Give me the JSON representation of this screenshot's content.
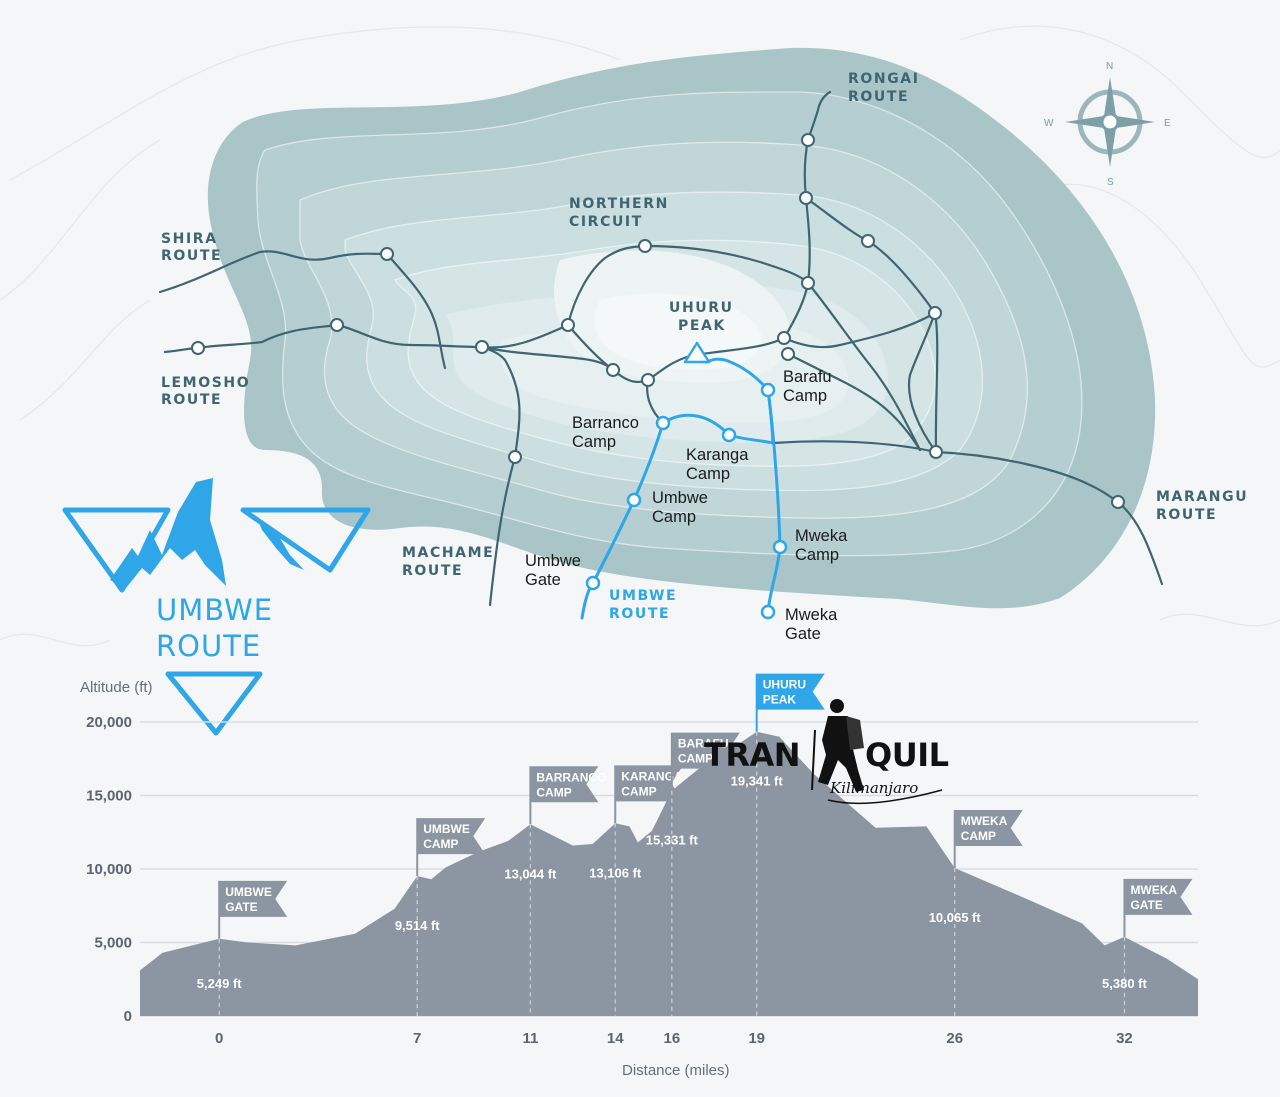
{
  "title": {
    "line1": "UMBWE",
    "line2": "ROUTE"
  },
  "compass": {
    "n": "N",
    "s": "S",
    "e": "E",
    "w": "W"
  },
  "map": {
    "route_labels": {
      "rongai": [
        "RONGAI",
        "ROUTE"
      ],
      "northern": [
        "NORTHERN",
        "CIRCUIT"
      ],
      "shira": [
        "SHIRA",
        "ROUTE"
      ],
      "lemosho": [
        "LEMOSHO",
        "ROUTE"
      ],
      "machame": [
        "MACHAME",
        "ROUTE"
      ],
      "umbwe": [
        "UMBWE",
        "ROUTE"
      ],
      "marangu": [
        "MARANGU",
        "ROUTE"
      ],
      "uhuru": [
        "UHURU",
        "PEAK"
      ]
    },
    "camps": {
      "barafu": [
        "Barafu",
        "Camp"
      ],
      "barranco": [
        "Barranco",
        "Camp"
      ],
      "karanga": [
        "Karanga",
        "Camp"
      ],
      "umbwe_camp": [
        "Umbwe",
        "Camp"
      ],
      "umbwe_gate": [
        "Umbwe",
        "Gate"
      ],
      "mweka_camp": [
        "Mweka",
        "Camp"
      ],
      "mweka_gate": [
        "Mweka",
        "Gate"
      ]
    },
    "colors": {
      "route_highlight": "#2ea6e8",
      "route_other": "#3e6672",
      "mountain": "#a9c5c8"
    }
  },
  "brand": {
    "name_left": "TRAN",
    "name_right": "QUIL",
    "sub": "Kilimanjaro"
  },
  "chart_data": {
    "type": "area",
    "ylabel": "Altitude (ft)",
    "xlabel": "Distance (miles)",
    "ylim": [
      0,
      20000
    ],
    "yticks": [
      0,
      5000,
      10000,
      15000,
      20000
    ],
    "ytick_labels": [
      "0",
      "5,000",
      "10,000",
      "15,000",
      "20,000"
    ],
    "xlim": [
      -2.8,
      34.6
    ],
    "xticks": [
      0,
      7,
      11,
      14,
      16,
      19,
      26,
      32
    ],
    "profile": [
      [
        -2.8,
        3100
      ],
      [
        -2,
        4300
      ],
      [
        0,
        5249
      ],
      [
        1,
        5000
      ],
      [
        2.7,
        4800
      ],
      [
        4.8,
        5600
      ],
      [
        6.2,
        7300
      ],
      [
        7,
        9514
      ],
      [
        7.5,
        9300
      ],
      [
        8,
        10100
      ],
      [
        9.2,
        11200
      ],
      [
        10.2,
        11900
      ],
      [
        11,
        13044
      ],
      [
        12.5,
        11600
      ],
      [
        13.2,
        11700
      ],
      [
        14,
        13106
      ],
      [
        14.5,
        12900
      ],
      [
        14.8,
        11800
      ],
      [
        15.3,
        12600
      ],
      [
        16,
        15331
      ],
      [
        17,
        16900
      ],
      [
        18.2,
        18300
      ],
      [
        19,
        19341
      ],
      [
        19.8,
        19000
      ],
      [
        21,
        16500
      ],
      [
        23.2,
        12800
      ],
      [
        25,
        12900
      ],
      [
        26,
        10065
      ],
      [
        28.5,
        8000
      ],
      [
        30.5,
        6300
      ],
      [
        31.3,
        4800
      ],
      [
        32,
        5380
      ],
      [
        33.5,
        3900
      ],
      [
        34.6,
        2500
      ]
    ],
    "points": [
      {
        "name": "UMBWE GATE",
        "flag": [
          "UMBWE",
          "GATE"
        ],
        "x": 0,
        "y": 5249,
        "label": "5,249 ft",
        "highlight": false
      },
      {
        "name": "UMBWE CAMP",
        "flag": [
          "UMBWE",
          "CAMP"
        ],
        "x": 7,
        "y": 9514,
        "label": "9,514 ft",
        "highlight": false
      },
      {
        "name": "BARRANCO CAMP",
        "flag": [
          "BARRANCO",
          "CAMP"
        ],
        "x": 11,
        "y": 13044,
        "label": "13,044 ft",
        "highlight": false
      },
      {
        "name": "KARANGA CAMP",
        "flag": [
          "KARANGA",
          "CAMP"
        ],
        "x": 14,
        "y": 13106,
        "label": "13,106 ft",
        "highlight": false
      },
      {
        "name": "BARAFU CAMP",
        "flag": [
          "BARAFU",
          "CAMP"
        ],
        "x": 16,
        "y": 15331,
        "label": "15,331 ft",
        "highlight": false
      },
      {
        "name": "UHURU PEAK",
        "flag": [
          "UHURU",
          "PEAK"
        ],
        "x": 19,
        "y": 19341,
        "label": "19,341 ft",
        "highlight": true
      },
      {
        "name": "MWEKA CAMP",
        "flag": [
          "MWEKA",
          "CAMP"
        ],
        "x": 26,
        "y": 10065,
        "label": "10,065 ft",
        "highlight": false
      },
      {
        "name": "MWEKA GATE",
        "flag": [
          "MWEKA",
          "GATE"
        ],
        "x": 32,
        "y": 5380,
        "label": "5,380 ft",
        "highlight": false
      }
    ],
    "colors": {
      "fill": "#8c95a2",
      "flag": "#8c95a2",
      "flag_highlight": "#2ea6e8",
      "grid": "#d9dde2"
    },
    "grid": true
  }
}
